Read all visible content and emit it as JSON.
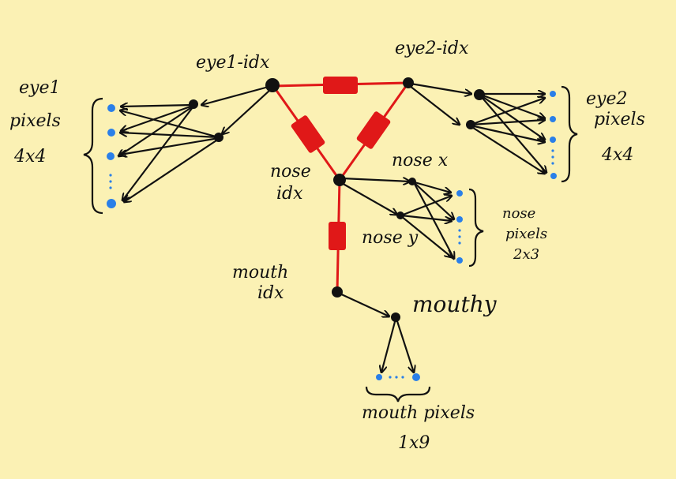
{
  "colors": {
    "background": "#fbf1b4",
    "ink": "#111111",
    "factor": "#e01818",
    "pixel": "#2a7fe8"
  },
  "labels": {
    "eye1_idx": "eye1-idx",
    "eye2_idx": "eye2-idx",
    "nose_idx_1": "nose",
    "nose_idx_2": "idx",
    "nose_x": "nose x",
    "nose_y": "nose y",
    "mouth_idx_1": "mouth",
    "mouth_idx_2": "idx",
    "mouth_y": "mouthy",
    "eye1_pixels": [
      "eye1",
      "pixels",
      "4x4"
    ],
    "eye2_pixels": [
      "eye2",
      "pixels",
      "4x4"
    ],
    "nose_pixels": [
      "nose",
      "pixels",
      "2x3"
    ],
    "mouth_pixels": [
      "mouth pixels",
      "1x9"
    ]
  }
}
